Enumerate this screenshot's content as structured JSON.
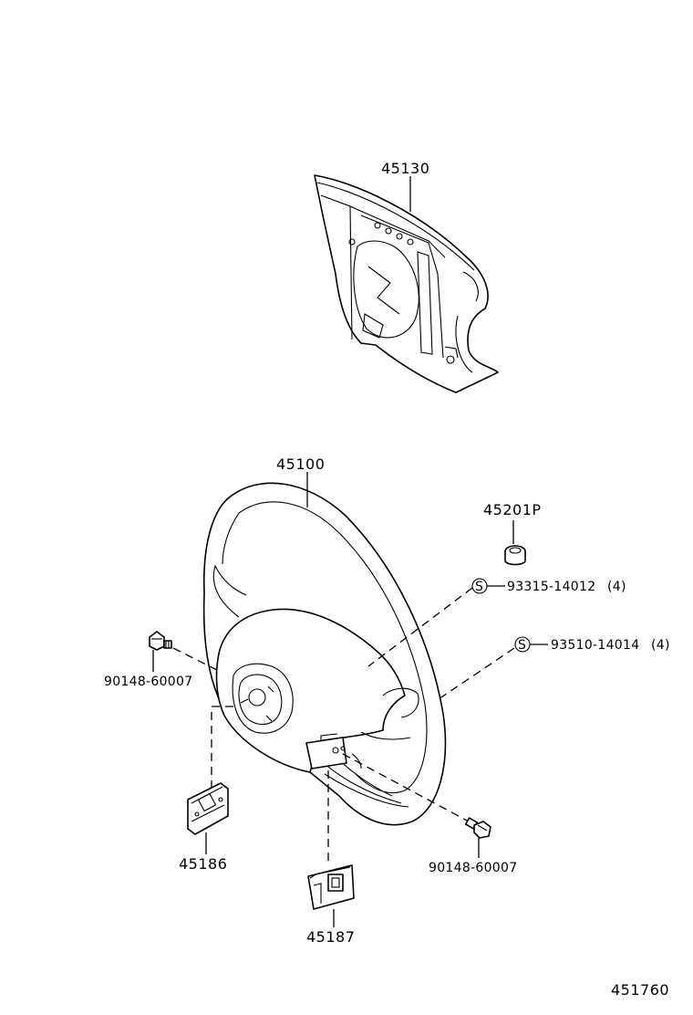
{
  "parts": {
    "airbag_pad": {
      "number": "45130",
      "icon": "airbag-pad-icon"
    },
    "steering_wheel": {
      "number": "45100",
      "icon": "steering-wheel-icon"
    },
    "cap": {
      "number": "45201P",
      "icon": "cap-icon"
    },
    "bolt_a": {
      "number": "93315-14012",
      "qty": "(4)",
      "symbol": "S"
    },
    "bolt_b": {
      "number": "93510-14014",
      "qty": "(4)",
      "symbol": "S"
    },
    "screw_left": {
      "number": "90148-60007",
      "icon": "screw-icon"
    },
    "screw_right": {
      "number": "90148-60007",
      "icon": "screw-icon"
    },
    "cover_left": {
      "number": "45186",
      "icon": "lower-cover-icon"
    },
    "cover_bottom": {
      "number": "45187",
      "icon": "lower-cover-icon"
    }
  },
  "diagram_id": "451760"
}
